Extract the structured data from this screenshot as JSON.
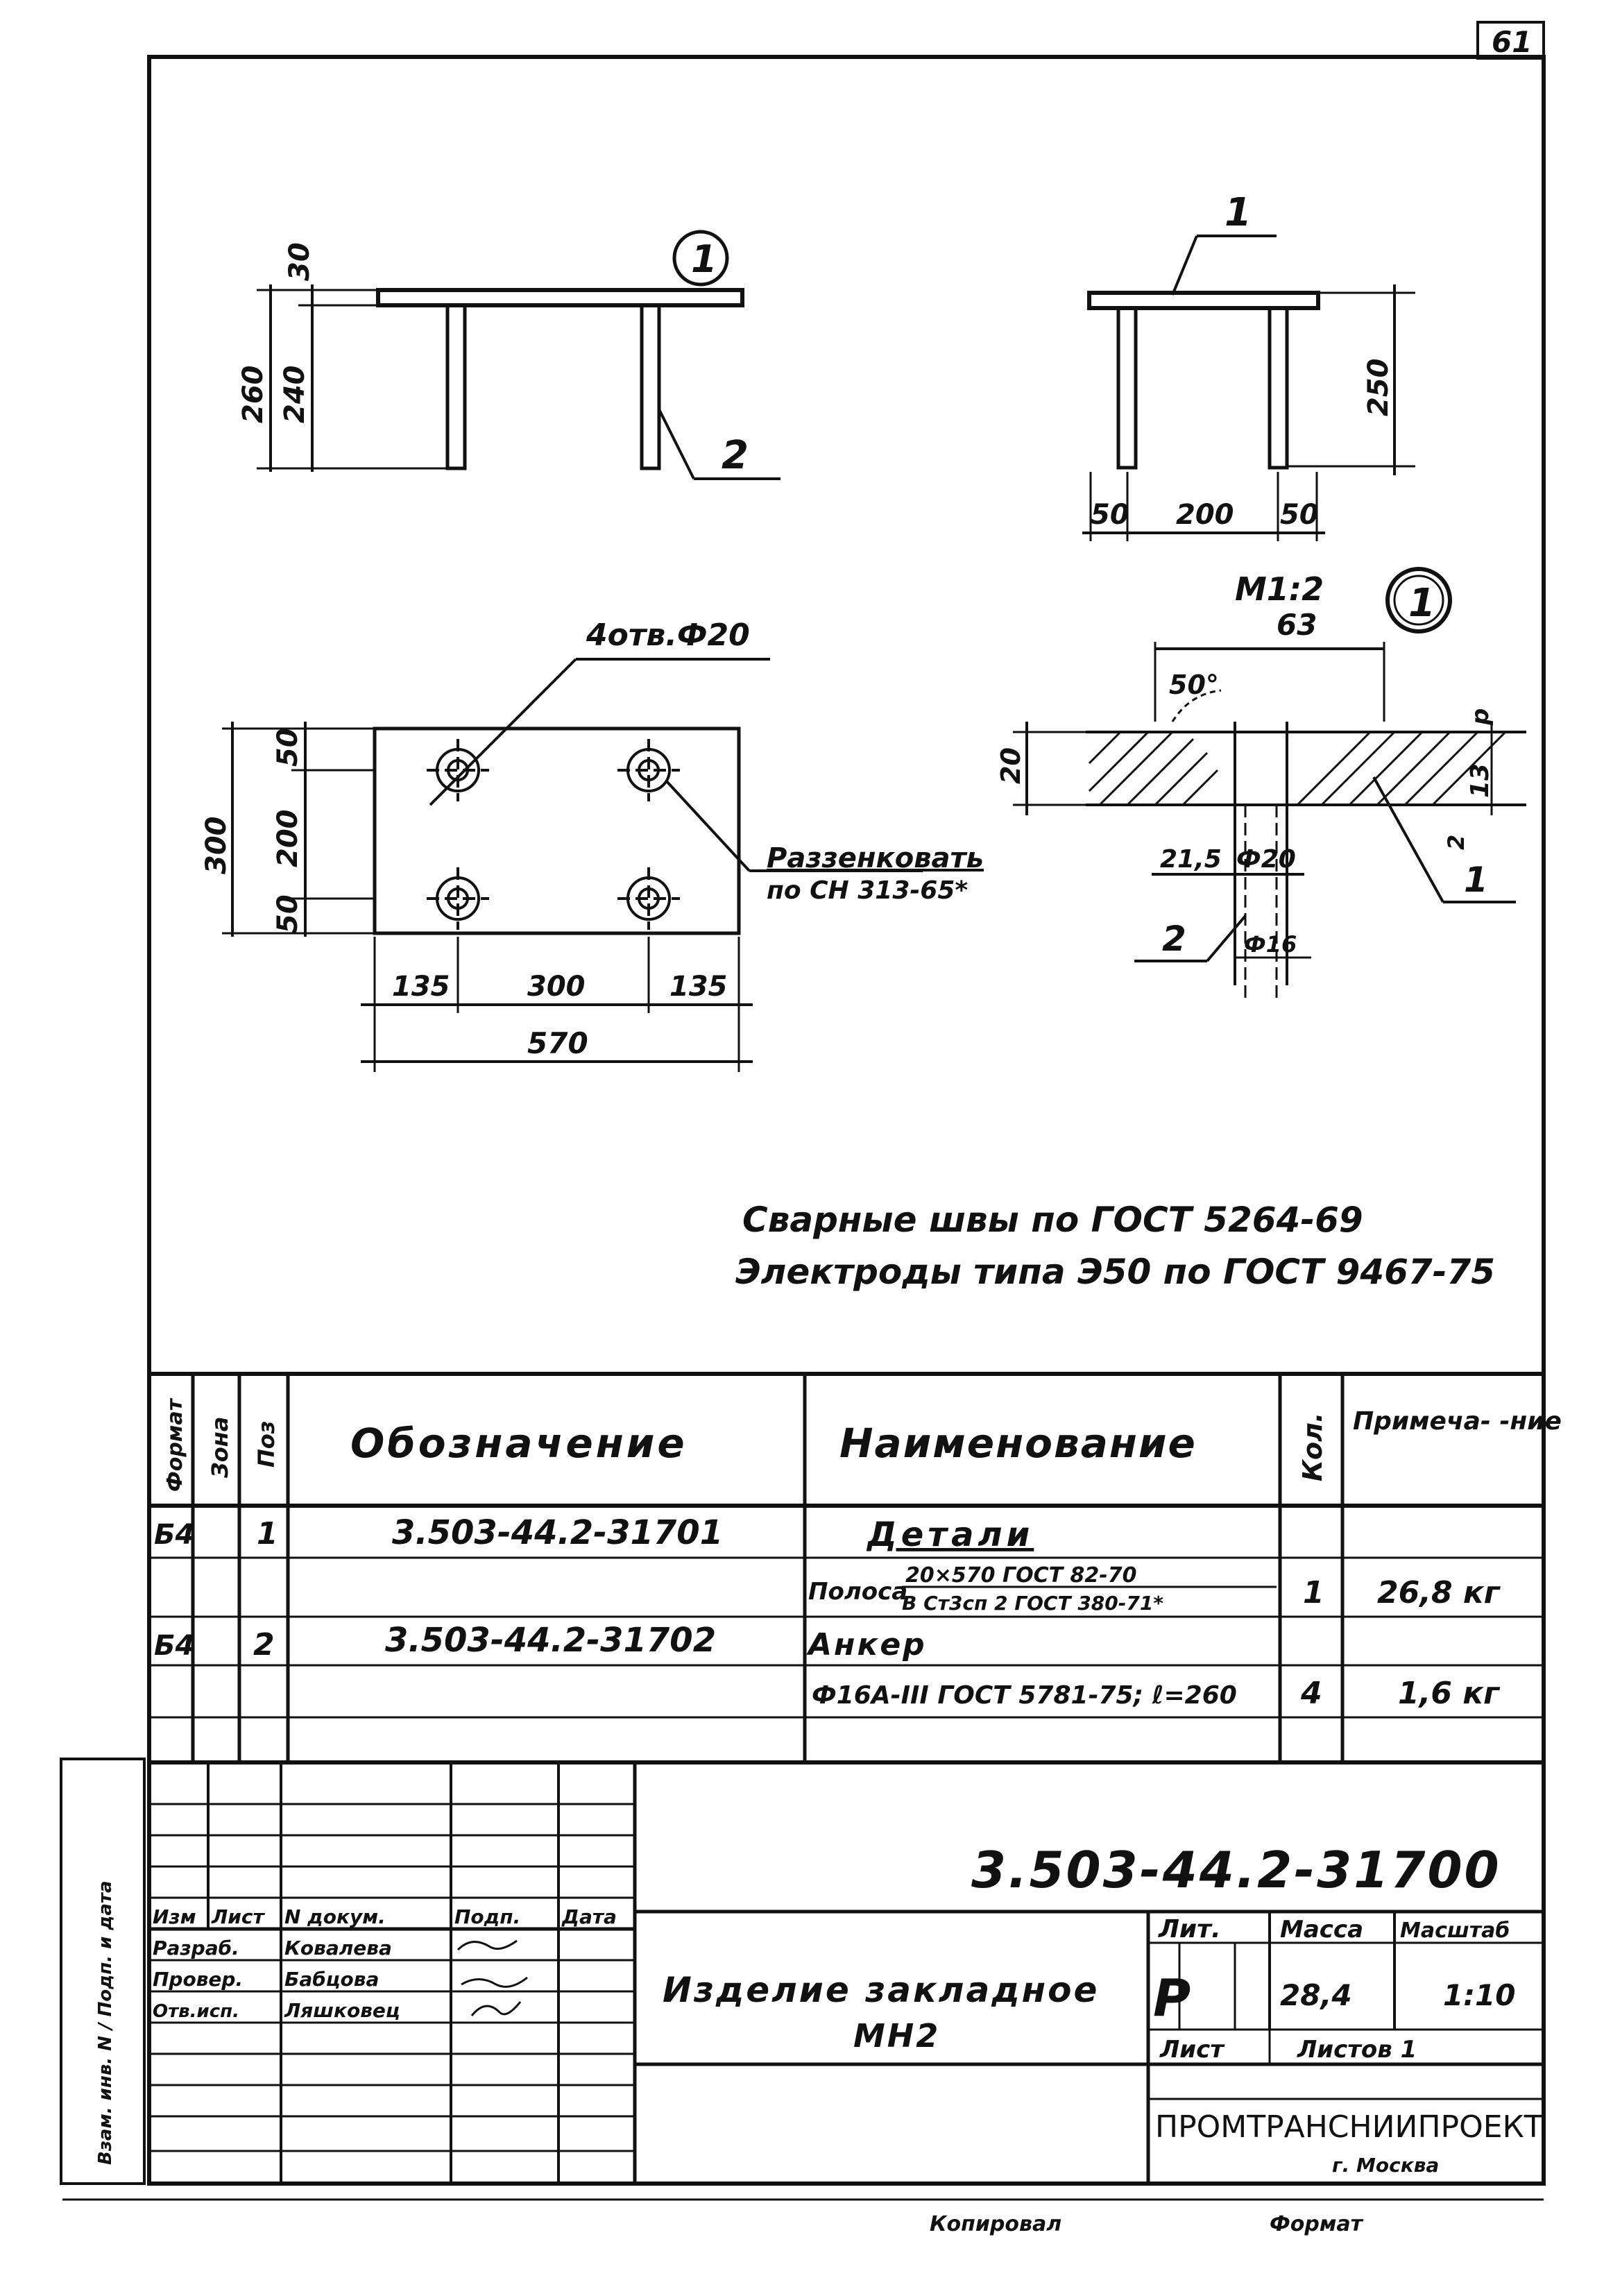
{
  "sheet_number": "61",
  "views": {
    "front": {
      "pos_marker": "1",
      "dim_30": "30",
      "dim_260": "260",
      "dim_240": "240",
      "pos_label": "2"
    },
    "side": {
      "pos_label": "1",
      "dim_50_left": "50",
      "dim_200": "200",
      "dim_50_right": "50",
      "dim_250": "250"
    },
    "plan": {
      "holes_note": "4отв.Ф20",
      "countersink_note_1": "Раззенковать",
      "countersink_note_2": "по СН 313-65*",
      "dim_300": "300",
      "dim_50_top": "50",
      "dim_200": "200",
      "dim_50_bottom": "50",
      "dim_135_left": "135",
      "dim_300_mid": "300",
      "dim_135_right": "135",
      "dim_570": "570"
    },
    "detail": {
      "scale": "М1:2",
      "marker": "1",
      "dim_63": "63",
      "angle": "50°",
      "dim_p": "р",
      "dim_20": "20",
      "dim_13": "13",
      "dim_21_5": "21,5",
      "dim_phi20": "Ф20",
      "dim_phi16": "Ф16",
      "dim_2": "2",
      "pos_1": "1",
      "pos_2": "2"
    }
  },
  "notes": [
    "Сварные швы по ГОСТ 5264-69",
    "Электроды типа Э50 по ГОСТ 9467-75"
  ],
  "spec_table": {
    "headers": {
      "format": "Формат",
      "zone": "Зона",
      "pos": "Поз",
      "designation": "Обозначение",
      "name": "Наименование",
      "qty": "Кол.",
      "note": "Примеча-\n-ние"
    },
    "rows": [
      {
        "format": "Б4",
        "zone": "",
        "pos": "1",
        "designation": "3.503-44.2-31701",
        "name": "Детали",
        "qty": "",
        "note": ""
      },
      {
        "format": "",
        "zone": "",
        "pos": "",
        "designation": "",
        "name_part_1": "Полоса",
        "name_fraction_top": "20×570 ГОСТ 82-70",
        "name_fraction_bottom": "В Ст3сп 2 ГОСТ 380-71*",
        "qty": "1",
        "note": "26,8 кг"
      },
      {
        "format": "Б4",
        "zone": "",
        "pos": "2",
        "designation": "3.503-44.2-31702",
        "name": "Анкер",
        "qty": "",
        "note": ""
      },
      {
        "format": "",
        "zone": "",
        "pos": "",
        "designation": "",
        "name": "Ф16А-III ГОСТ 5781-75; ℓ=260",
        "qty": "4",
        "note": "1,6 кг"
      }
    ]
  },
  "title_block": {
    "code": "3.503-44.2-31700",
    "product_name_1": "Изделие закладное",
    "product_name_2": "МН2",
    "lit_label": "Лит.",
    "mass_label": "Масса",
    "scale_label": "Масштаб",
    "lit_value": "Р",
    "mass_value": "28,4",
    "scale_value": "1:10",
    "sheet_label": "Лист",
    "sheets_label": "Листов 1",
    "organization": "ПРОМТРАНСНИИПРОЕКТ",
    "city": "г. Москва",
    "sign_headers": [
      "Изм",
      "Лист",
      "N докум.",
      "Подп.",
      "Дата"
    ],
    "roles": [
      {
        "role": "Разраб.",
        "name": "Ковалева"
      },
      {
        "role": "Провер.",
        "name": "Бабцова"
      },
      {
        "role": "Отв.исп.",
        "name": "Ляшковец"
      }
    ],
    "side_stamp": "Взам. инв. N / Подп. и дата"
  },
  "footer": {
    "copied": "Копировал",
    "format": "Формат"
  }
}
